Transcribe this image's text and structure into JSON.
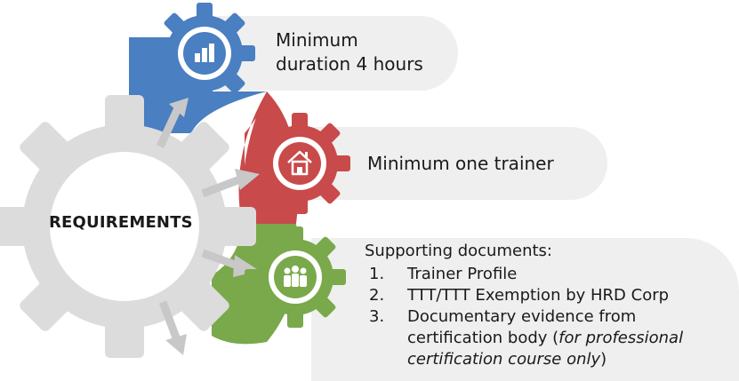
{
  "center": {
    "label": "REQUIREMENTS"
  },
  "items": [
    {
      "text_line1": "Minimum",
      "text_line2": "duration 4 hours",
      "icon": "bar-chart-icon",
      "color": "#4a7fc1"
    },
    {
      "text": "Minimum one trainer",
      "icon": "house-icon",
      "color": "#c94a4a"
    },
    {
      "heading": "Supporting documents:",
      "icon": "group-people-icon",
      "color": "#79a94b",
      "list": [
        {
          "num": "1.",
          "text": "Trainer Profile"
        },
        {
          "num": "2.",
          "text": "TTT/TTT Exemption by HRD Corp"
        },
        {
          "num": "3.",
          "text": "Documentary evidence from certification body (",
          "italic": "for professional certification course only",
          "tail": ")"
        }
      ]
    }
  ],
  "colors": {
    "gear_grey": "#dcdcdc",
    "panel_grey": "#efefef",
    "arrow_grey": "#c8c8c8"
  }
}
